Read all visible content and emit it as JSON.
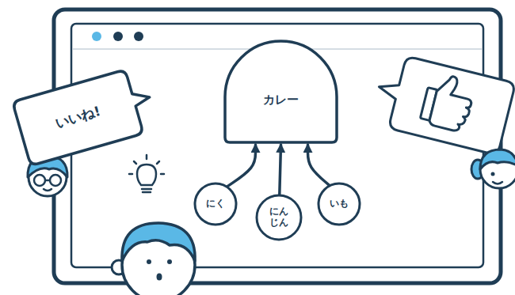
{
  "diagram": {
    "nodes": [
      {
        "text": [
          "カレー"
        ]
      },
      {
        "text": [
          "にく"
        ]
      },
      {
        "text": [
          "にん じん"
        ]
      },
      {
        "text": [
          "いも"
        ]
      },
      {
        "text": [
          "いいね!"
        ]
      }
    ],
    "edges": [
      {
        "from": 1,
        "to": 0,
        "arrow": "to"
      },
      {
        "from": 2,
        "to": 0,
        "arrow": "to"
      },
      {
        "from": 3,
        "to": 0,
        "arrow": "to"
      }
    ]
  }
}
